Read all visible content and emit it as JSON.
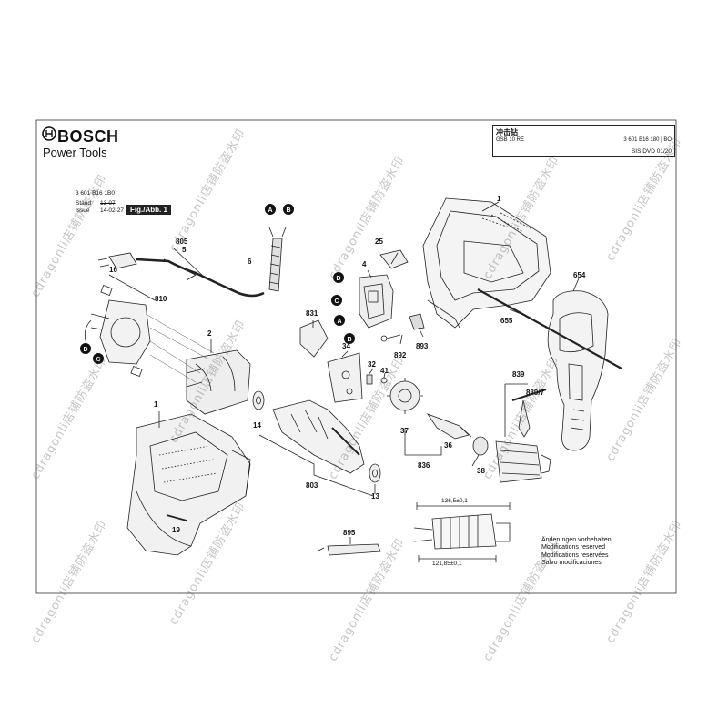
{
  "header": {
    "brand": "BOSCH",
    "subtitle": "Power Tools",
    "product_title": "冲击钻",
    "model": "GSB 10 RE",
    "part_number": "3 601 B16 180 | BO",
    "disc": "SIS DVD 01/20"
  },
  "meta": {
    "drawing_no": "3 601 B16 1B0",
    "stand_label": "Stand",
    "issue_label": "Issue",
    "stand_value": "13-07",
    "issue_value": "14-02-27",
    "fig": "Fig./Abb. 1"
  },
  "parts": [
    {
      "id": "p1",
      "label": "1"
    },
    {
      "id": "p654",
      "label": "654"
    },
    {
      "id": "p655",
      "label": "655"
    },
    {
      "id": "p25",
      "label": "25"
    },
    {
      "id": "p4",
      "label": "4"
    },
    {
      "id": "p805",
      "label": "805"
    },
    {
      "id": "p5",
      "label": "5"
    },
    {
      "id": "p6",
      "label": "6"
    },
    {
      "id": "p16",
      "label": "16"
    },
    {
      "id": "p810",
      "label": "810"
    },
    {
      "id": "p831",
      "label": "831"
    },
    {
      "id": "p892",
      "label": "892"
    },
    {
      "id": "p893",
      "label": "893"
    },
    {
      "id": "p2",
      "label": "2"
    },
    {
      "id": "p34",
      "label": "34"
    },
    {
      "id": "p32",
      "label": "32"
    },
    {
      "id": "p41",
      "label": "41"
    },
    {
      "id": "p839",
      "label": "839"
    },
    {
      "id": "p839_7",
      "label": "839/7"
    },
    {
      "id": "p1b",
      "label": "1"
    },
    {
      "id": "p14",
      "label": "14"
    },
    {
      "id": "p37",
      "label": "37"
    },
    {
      "id": "p36",
      "label": "36"
    },
    {
      "id": "p836",
      "label": "836"
    },
    {
      "id": "p38",
      "label": "38"
    },
    {
      "id": "p803",
      "label": "803"
    },
    {
      "id": "p13",
      "label": "13"
    },
    {
      "id": "p19",
      "label": "19"
    },
    {
      "id": "p895",
      "label": "895"
    }
  ],
  "callouts": [
    "A",
    "B",
    "A",
    "B",
    "C",
    "D",
    "C",
    "D"
  ],
  "dimensions": {
    "top": "136,5±0,1",
    "bottom": "121,85±0,1"
  },
  "notes": [
    "Änderungen vorbehalten",
    "Modifications reserved",
    "Modifications reservées",
    "Salvo modificaciones"
  ],
  "watermark": "cdragonli店铺防盗水印"
}
